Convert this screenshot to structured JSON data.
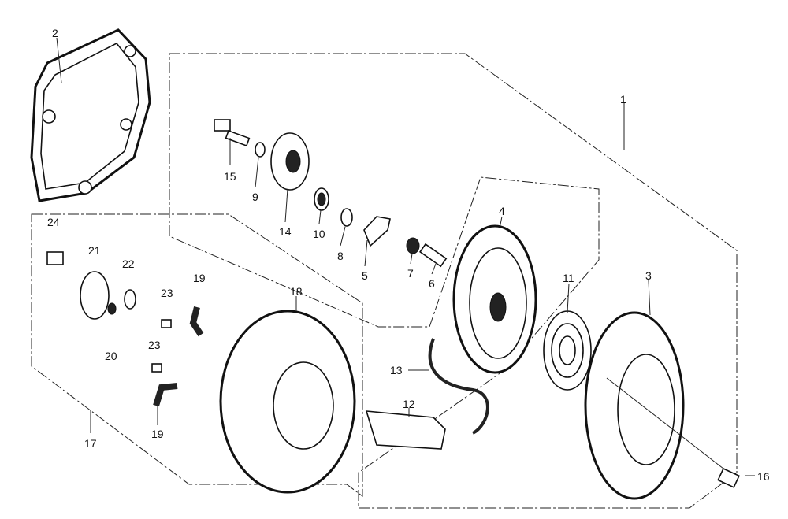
{
  "diagram": {
    "type": "exploded-parts-diagram",
    "labels": {
      "p1": "1",
      "p2": "2",
      "p3": "3",
      "p4": "4",
      "p5": "5",
      "p6": "6",
      "p7": "7",
      "p8": "8",
      "p9": "9",
      "p10": "10",
      "p11": "11",
      "p12": "12",
      "p13": "13",
      "p14": "14",
      "p15": "15",
      "p16": "16",
      "p17": "17",
      "p18": "18",
      "p19a": "19",
      "p19b": "19",
      "p20": "20",
      "p21": "21",
      "p22": "22",
      "p23a": "23",
      "p23b": "23",
      "p24": "24"
    }
  }
}
